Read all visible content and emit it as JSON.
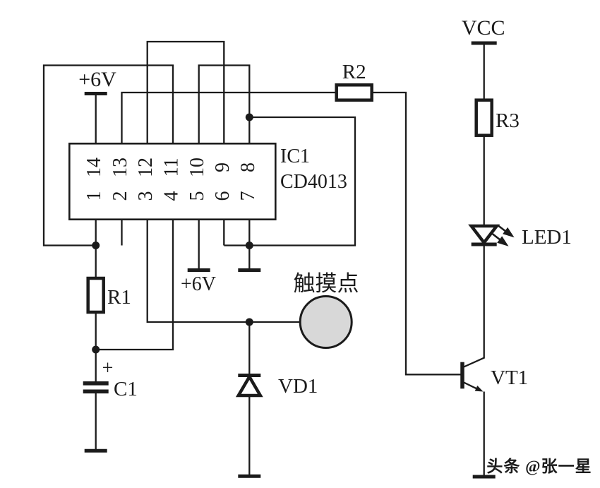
{
  "diagram": {
    "type": "circuit-schematic",
    "description": "Touch switch circuit built around a CD4013 dual D flip-flop driving an LED through a transistor",
    "power": {
      "vcc_label": "VCC",
      "plus6v_top": "+6V",
      "plus6v_bottom": "+6V"
    },
    "ic": {
      "ref": "IC1",
      "part": "CD4013",
      "pins_top": [
        "14",
        "13",
        "12",
        "11",
        "10",
        "9",
        "8"
      ],
      "pins_bottom": [
        "1",
        "2",
        "3",
        "4",
        "5",
        "6",
        "7"
      ]
    },
    "components": {
      "r1": {
        "label": "R1",
        "type": "resistor"
      },
      "r2": {
        "label": "R2",
        "type": "resistor"
      },
      "r3": {
        "label": "R3",
        "type": "resistor"
      },
      "c1": {
        "label": "C1",
        "type": "polarized-capacitor",
        "polarity_mark": "+"
      },
      "vd1": {
        "label": "VD1",
        "type": "diode"
      },
      "led1": {
        "label": "LED1",
        "type": "led"
      },
      "vt1": {
        "label": "VT1",
        "type": "npn-transistor"
      },
      "touch_pad": {
        "label": "触摸点",
        "type": "touch-contact"
      }
    },
    "watermark": "头条 @张一星",
    "colors": {
      "line": "#1b1b1b",
      "touch_pad_fill": "#d8d8d8",
      "background": "#ffffff",
      "watermark_text": "#464646"
    }
  }
}
